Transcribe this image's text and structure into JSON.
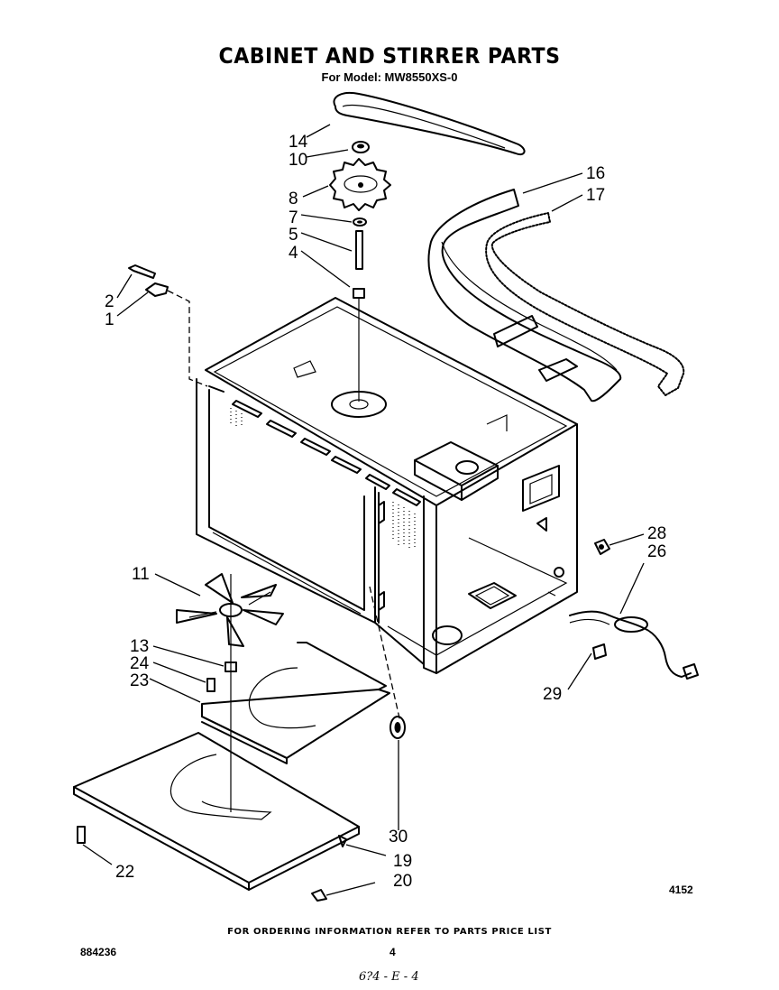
{
  "header": {
    "title": "CABINET AND STIRRER PARTS",
    "subtitle": "For Model: MW8550XS-0"
  },
  "callouts": [
    "14",
    "10",
    "8",
    "7",
    "5",
    "4",
    "2",
    "1",
    "16",
    "17",
    "11",
    "13",
    "24",
    "23",
    "28",
    "26",
    "29",
    "30",
    "22",
    "19",
    "20"
  ],
  "figure_ref": "4152",
  "footer": {
    "note": "FOR ORDERING INFORMATION REFER TO PARTS PRICE LIST",
    "doc_number": "884236",
    "page_number": "4",
    "handwritten": "6?4 - E - 4"
  }
}
